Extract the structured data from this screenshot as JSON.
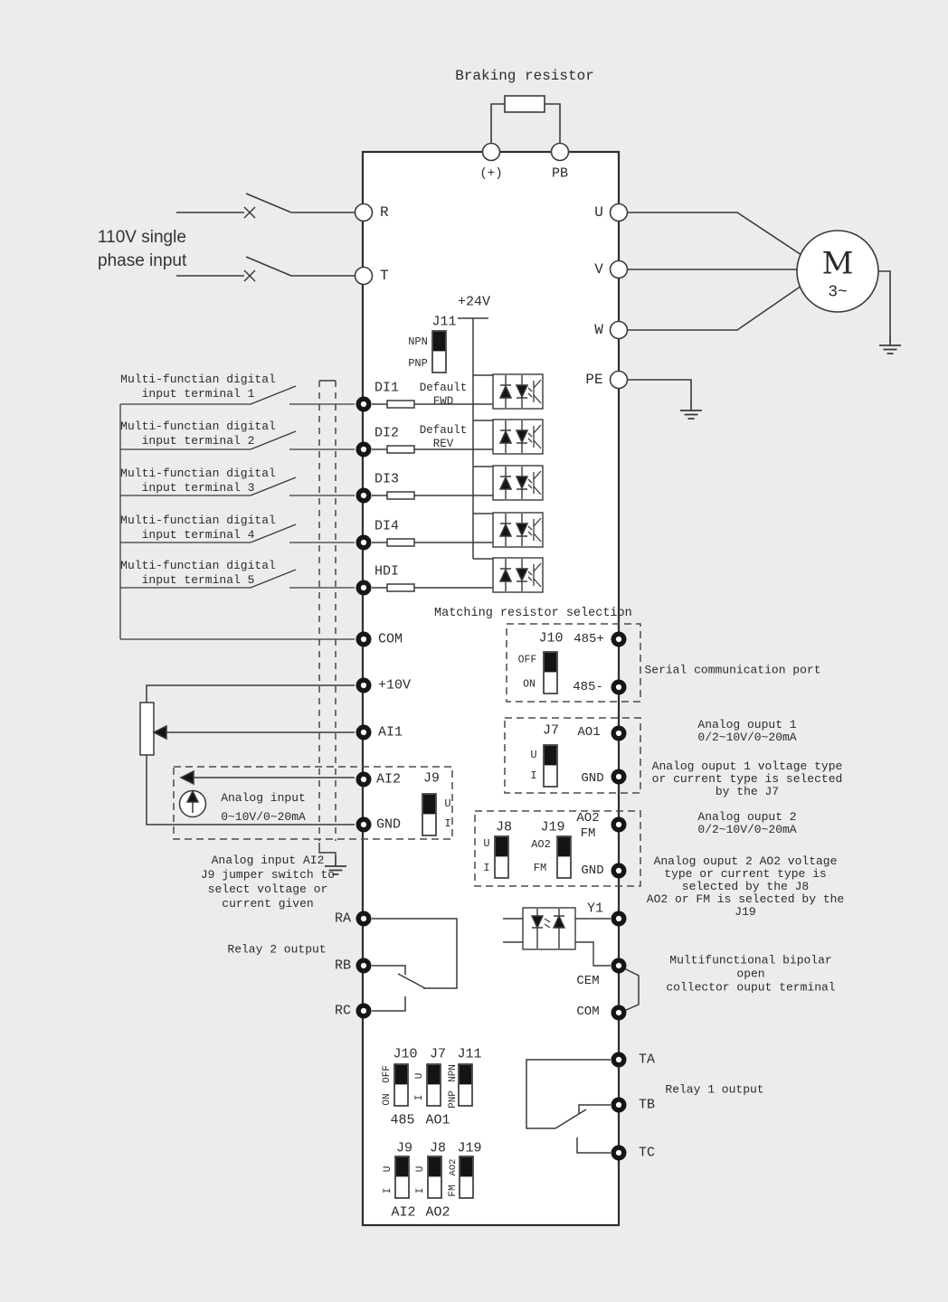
{
  "title": "Braking resistor",
  "mains_label": "110V single\nphase input",
  "motor": {
    "symbol": "M",
    "phase": "3~"
  },
  "terminals": {
    "dc_plus": "(+)",
    "pb": "PB",
    "r": "R",
    "t": "T",
    "u": "U",
    "v": "V",
    "w": "W",
    "pe": "PE",
    "di1": "DI1",
    "di2": "DI2",
    "di3": "DI3",
    "di4": "DI4",
    "hdi": "HDI",
    "com": "COM",
    "plus10v": "+10V",
    "ai1": "AI1",
    "ai2": "AI2",
    "gnd": "GND",
    "ra": "RA",
    "rb": "RB",
    "rc": "RC",
    "p485": "485+",
    "n485": "485-",
    "ao1": "AO1",
    "ao1_gnd": "GND",
    "ao2_fm": "AO2\nFM",
    "ao2_gnd": "GND",
    "y1": "Y1",
    "cem": "CEM",
    "com2": "COM",
    "ta": "TA",
    "tb": "TB",
    "tc": "TC"
  },
  "digital": {
    "rail": "+24V",
    "j11": "J11",
    "npn": "NPN",
    "pnp": "PNP",
    "di1_note": "Default\nFWD",
    "di2_note": "Default\nREV",
    "callouts": [
      "Multi-functian digital\ninput terminal 1",
      "Multi-functian digital\ninput terminal 2",
      "Multi-functian digital\ninput terminal 3",
      "Multi-functian digital\ninput terminal 4",
      "Multi-functian digital\ninput terminal 5"
    ]
  },
  "analog": {
    "j9": "J9",
    "u": "U",
    "i": "I",
    "source": "Analog input\n0~10V/0~20mA",
    "note": "Analog input AI2\nJ9 jumper switch to\nselect voltage or\ncurrent given"
  },
  "serial": {
    "heading": "Matching resistor selection",
    "j10": "J10",
    "off": "OFF",
    "on": "ON",
    "note": "Serial communication port"
  },
  "ao1": {
    "j7": "J7",
    "u": "U",
    "i": "I",
    "note1": "Analog ouput 1\n0/2~10V/0~20mA",
    "note2": "Analog ouput 1 voltage type\nor current type is selected\nby the J7"
  },
  "ao2": {
    "j8": "J8",
    "j19": "J19",
    "u": "U",
    "i": "I",
    "ao2": "AO2",
    "fm": "FM",
    "note1": "Analog ouput 2\n0/2~10V/0~20mA",
    "note2": "Analog ouput 2 AO2 voltage\ntype or current type is\nselected by the J8\nAO2 or FM is selected by the\nJ19"
  },
  "relays": {
    "relay2_note": "Relay 2 output",
    "relay1_note": "Relay 1 output"
  },
  "collector_note": "Multifunctional bipolar open\ncollector ouput terminal",
  "bottom": {
    "j10": "J10",
    "j7": "J7",
    "j11": "J11",
    "j9": "J9",
    "j8": "J8",
    "j19": "J19",
    "off": "OFF",
    "on": "ON",
    "u": "U",
    "i": "I",
    "npn": "NPN",
    "pnp": "PNP",
    "ao2": "AO2",
    "fm": "FM",
    "sub_485": "485",
    "sub_ao1": "AO1",
    "sub_ai2": "AI2",
    "sub_ao2": "AO2"
  },
  "colors": {
    "background": "#ececec",
    "panel": "#ffffff",
    "line": "#3a3a3a",
    "fill_black": "#141414"
  }
}
